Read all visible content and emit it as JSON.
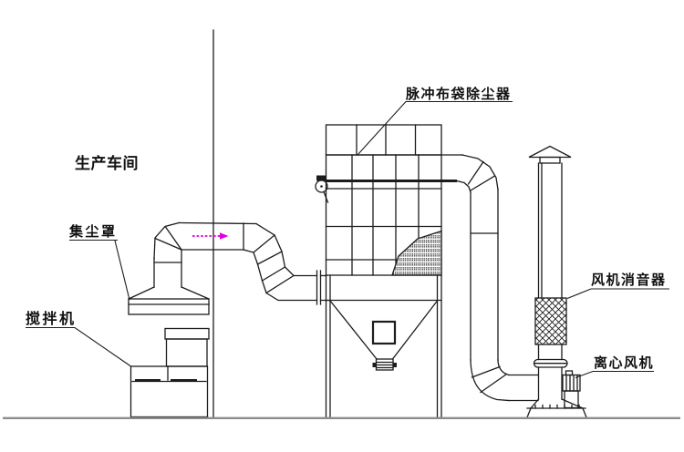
{
  "diagram": {
    "type": "dust-collection-process-schematic",
    "colors": {
      "line": "#1c1c1c",
      "ground": "#8c8c8c",
      "arrow": "#dd00dd",
      "bg": "#ffffff"
    },
    "labels": {
      "workshop": "生产车间",
      "hood": "集尘罩",
      "mixer": "搅拌机",
      "collector": "脉冲布袋除尘器",
      "silencer": "风机消音器",
      "fan": "离心风机"
    },
    "airflow_direction": "left-to-right"
  }
}
